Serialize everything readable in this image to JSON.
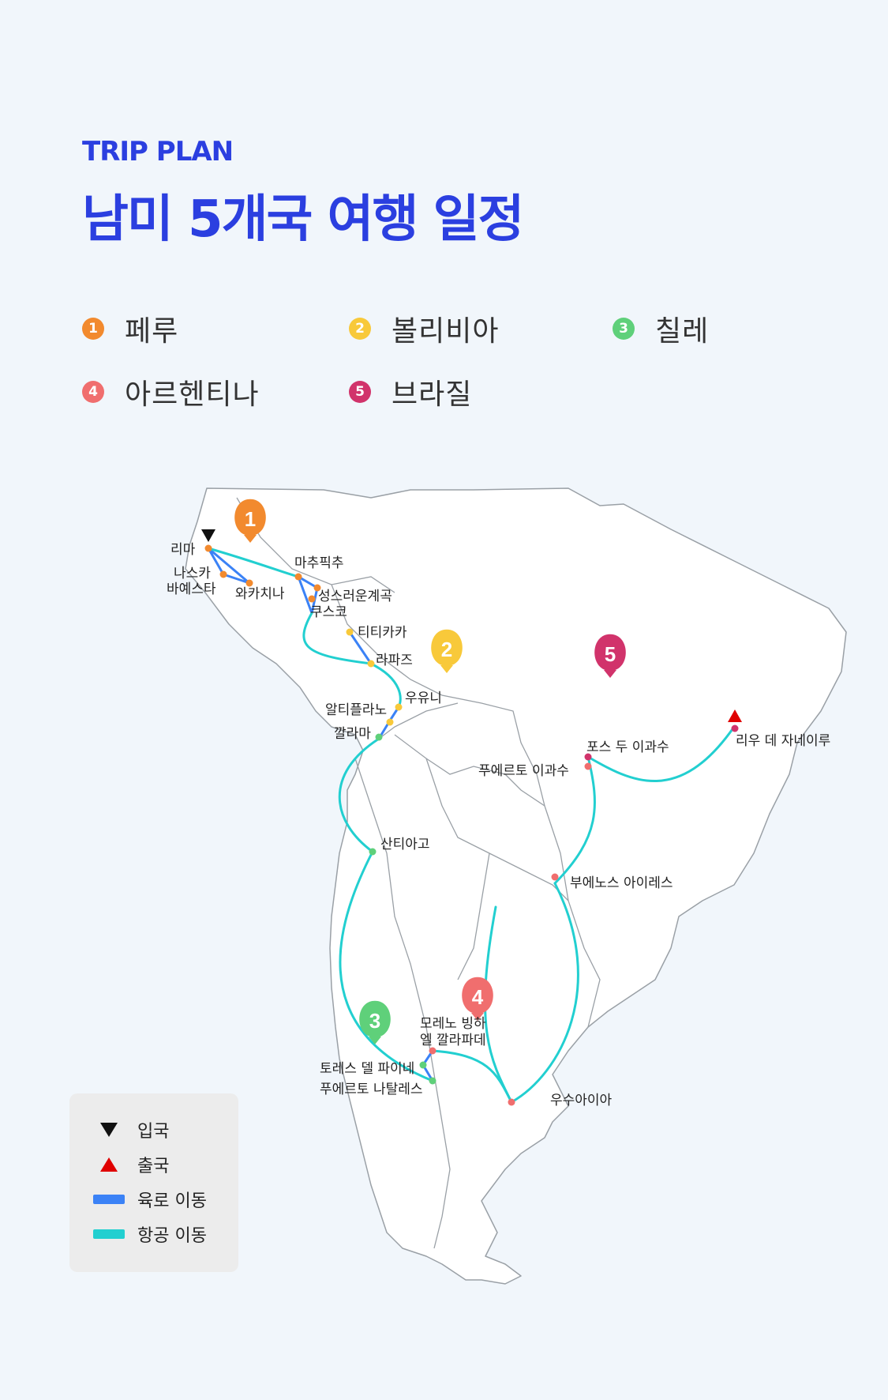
{
  "header": {
    "eyebrow": "TRIP PLAN",
    "title": "남미 5개국 여행 일정"
  },
  "countries": [
    {
      "num": "1",
      "name": "페루",
      "color": "#f28a2e"
    },
    {
      "num": "2",
      "name": "볼리비아",
      "color": "#f8c93a"
    },
    {
      "num": "3",
      "name": "칠레",
      "color": "#5fd07a"
    },
    {
      "num": "4",
      "name": "아르헨티나",
      "color": "#f06e6e"
    },
    {
      "num": "5",
      "name": "브라질",
      "color": "#d1336b"
    }
  ],
  "map": {
    "pins": [
      "1",
      "2",
      "3",
      "4",
      "5"
    ],
    "places": {
      "lima": "리마",
      "nasca": "나스카",
      "ballestas": "바예스타",
      "huacachina": "와카치나",
      "machu_picchu": "마추픽추",
      "sacred_valley": "성스러운계곡",
      "cusco": "쿠스코",
      "titicaca": "티티카카",
      "la_paz": "라파즈",
      "uyuni": "우유니",
      "altiplano": "알티플라노",
      "calama": "깔라마",
      "foz": "포스 두 이과수",
      "puerto_iguazu": "푸에르토 이과수",
      "rio": "리우 데 자네이루",
      "santiago": "산티아고",
      "buenos_aires": "부에노스 아이레스",
      "moreno": "모레노 빙하",
      "calafate": "엘 깔라파데",
      "torres": "토레스 델 파이네",
      "natales": "푸에르토 나탈레스",
      "ushuaia": "우수아이아"
    }
  },
  "route_legend": {
    "entry": "입국",
    "exit": "출국",
    "land": "육로 이동",
    "air": "항공 이동",
    "colors": {
      "land": "#3b82f6",
      "air": "#22cfd0",
      "entry": "#111111",
      "exit": "#e00000"
    }
  }
}
